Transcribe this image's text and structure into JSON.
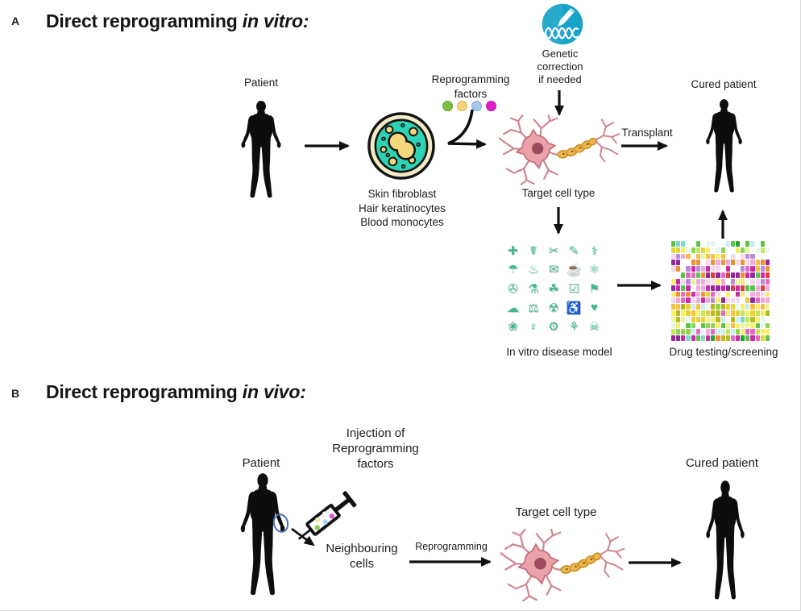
{
  "panelA": {
    "tag": "A",
    "title_main": "Direct reprogramming ",
    "title_italic": "in vitro:",
    "patient_label": "Patient",
    "cell_lines": [
      "Skin fibroblast",
      "Hair keratinocytes",
      "Blood monocytes"
    ],
    "factors_lines": [
      "Reprogramming",
      "factors"
    ],
    "factor_colors": [
      "#7cc043",
      "#f5d377",
      "#a6c7e8",
      "#e11fc4"
    ],
    "factor_borders": [
      "#63a133",
      "#d8b258",
      "#85aad3",
      "#b517a1"
    ],
    "gene_lines": [
      "Genetic",
      "correction",
      "if needed"
    ],
    "gene_icon_name": "dna-pencil-icon",
    "gene_icon_color": "#17a3c7",
    "target_label": "Target cell type",
    "transplant_label": "Transplant",
    "cured_label": "Cured patient",
    "disease_label": "In vitro disease model",
    "drug_label": "Drug testing/screening",
    "disease_icons": [
      "✚",
      "☤",
      "✂",
      "✎",
      "⚕",
      "☂",
      "♨",
      "✉",
      "☕",
      "⚛",
      "✇",
      "⚗",
      "☘",
      "☑",
      "⚑",
      "☁",
      "⚖",
      "☢",
      "♿",
      "♥",
      "❀",
      "♀",
      "⚙",
      "⚘",
      "☠"
    ],
    "disease_icon_color": "#45b893"
  },
  "panelB": {
    "tag": "B",
    "title_main": "Direct reprogramming ",
    "title_italic": "in vivo:",
    "patient_label": "Patient",
    "injection_lines": [
      "Injection of",
      "Reprogramming",
      "factors"
    ],
    "neighbouring_lines": [
      "Neighbouring",
      "cells"
    ],
    "reprogramming_label": "Reprogramming",
    "target_label": "Target cell type",
    "cured_label": "Cured patient",
    "syringe_dot_colors": [
      "#8bd05c",
      "#f0e9a8",
      "#a5d6ef",
      "#fdfdfd",
      "#e156d2"
    ],
    "injection_ring_color": "#4a72b8"
  },
  "illustration_colors": {
    "silhouette": "#0d0d0d",
    "cell_outer_ring": "#f1ebc6",
    "cell_cytoplasm": "#2ed3b5",
    "cell_nucleus": "#f6d87c",
    "neuron_body": "#eaa2a8",
    "neuron_outline": "#c4707c",
    "neuron_nucleus": "#9c4a5e",
    "myelin": "#f0b64a",
    "arrow": "#111111"
  },
  "heatmap": {
    "cols": 20,
    "rows": 16,
    "palette": [
      "#ffffff",
      "#e6f6f1",
      "#c8eef0",
      "#7fd8c8",
      "#5bc24e",
      "#8ed44a",
      "#c3e65c",
      "#e9f59e",
      "#f7ef6a",
      "#e8d23c",
      "#b8b820",
      "#f5c044",
      "#f09030",
      "#f7d7ee",
      "#f2a8d8",
      "#e667c0",
      "#cc28a8",
      "#93289c",
      "#b88ad8",
      "#e23c3c",
      "#28a038"
    ],
    "row_themes": [
      [
        1,
        1,
        0,
        2,
        3,
        4,
        4,
        20,
        6,
        0
      ],
      [
        1,
        2,
        0,
        5,
        6,
        9,
        20,
        7,
        8,
        1
      ],
      [
        7,
        13,
        0,
        18,
        14,
        8,
        11,
        7,
        13,
        0
      ],
      [
        13,
        18,
        14,
        17,
        0,
        12,
        11,
        12,
        13
      ],
      [
        14,
        15,
        16,
        0,
        13,
        18,
        12,
        11,
        14
      ],
      [
        16,
        17,
        15,
        4,
        0,
        19,
        12,
        14,
        13
      ],
      [
        18,
        13,
        14,
        0,
        8,
        15,
        16,
        7,
        13
      ],
      [
        15,
        16,
        19,
        14,
        4,
        0,
        16,
        17,
        14
      ],
      [
        11,
        8,
        14,
        15,
        12,
        0,
        9,
        16,
        13
      ],
      [
        15,
        17,
        8,
        13,
        0,
        14,
        9,
        16,
        18
      ],
      [
        8,
        9,
        10,
        7,
        0,
        2,
        5,
        11,
        1
      ],
      [
        9,
        10,
        8,
        5,
        6,
        11,
        9,
        15,
        8
      ],
      [
        8,
        9,
        0,
        1,
        2,
        3,
        7,
        10,
        6
      ],
      [
        5,
        4,
        6,
        8,
        11,
        7,
        1,
        0,
        20
      ],
      [
        6,
        5,
        8,
        14,
        2,
        15,
        4,
        7,
        1
      ],
      [
        10,
        16,
        17,
        4,
        3,
        9,
        15,
        20,
        12
      ]
    ]
  }
}
